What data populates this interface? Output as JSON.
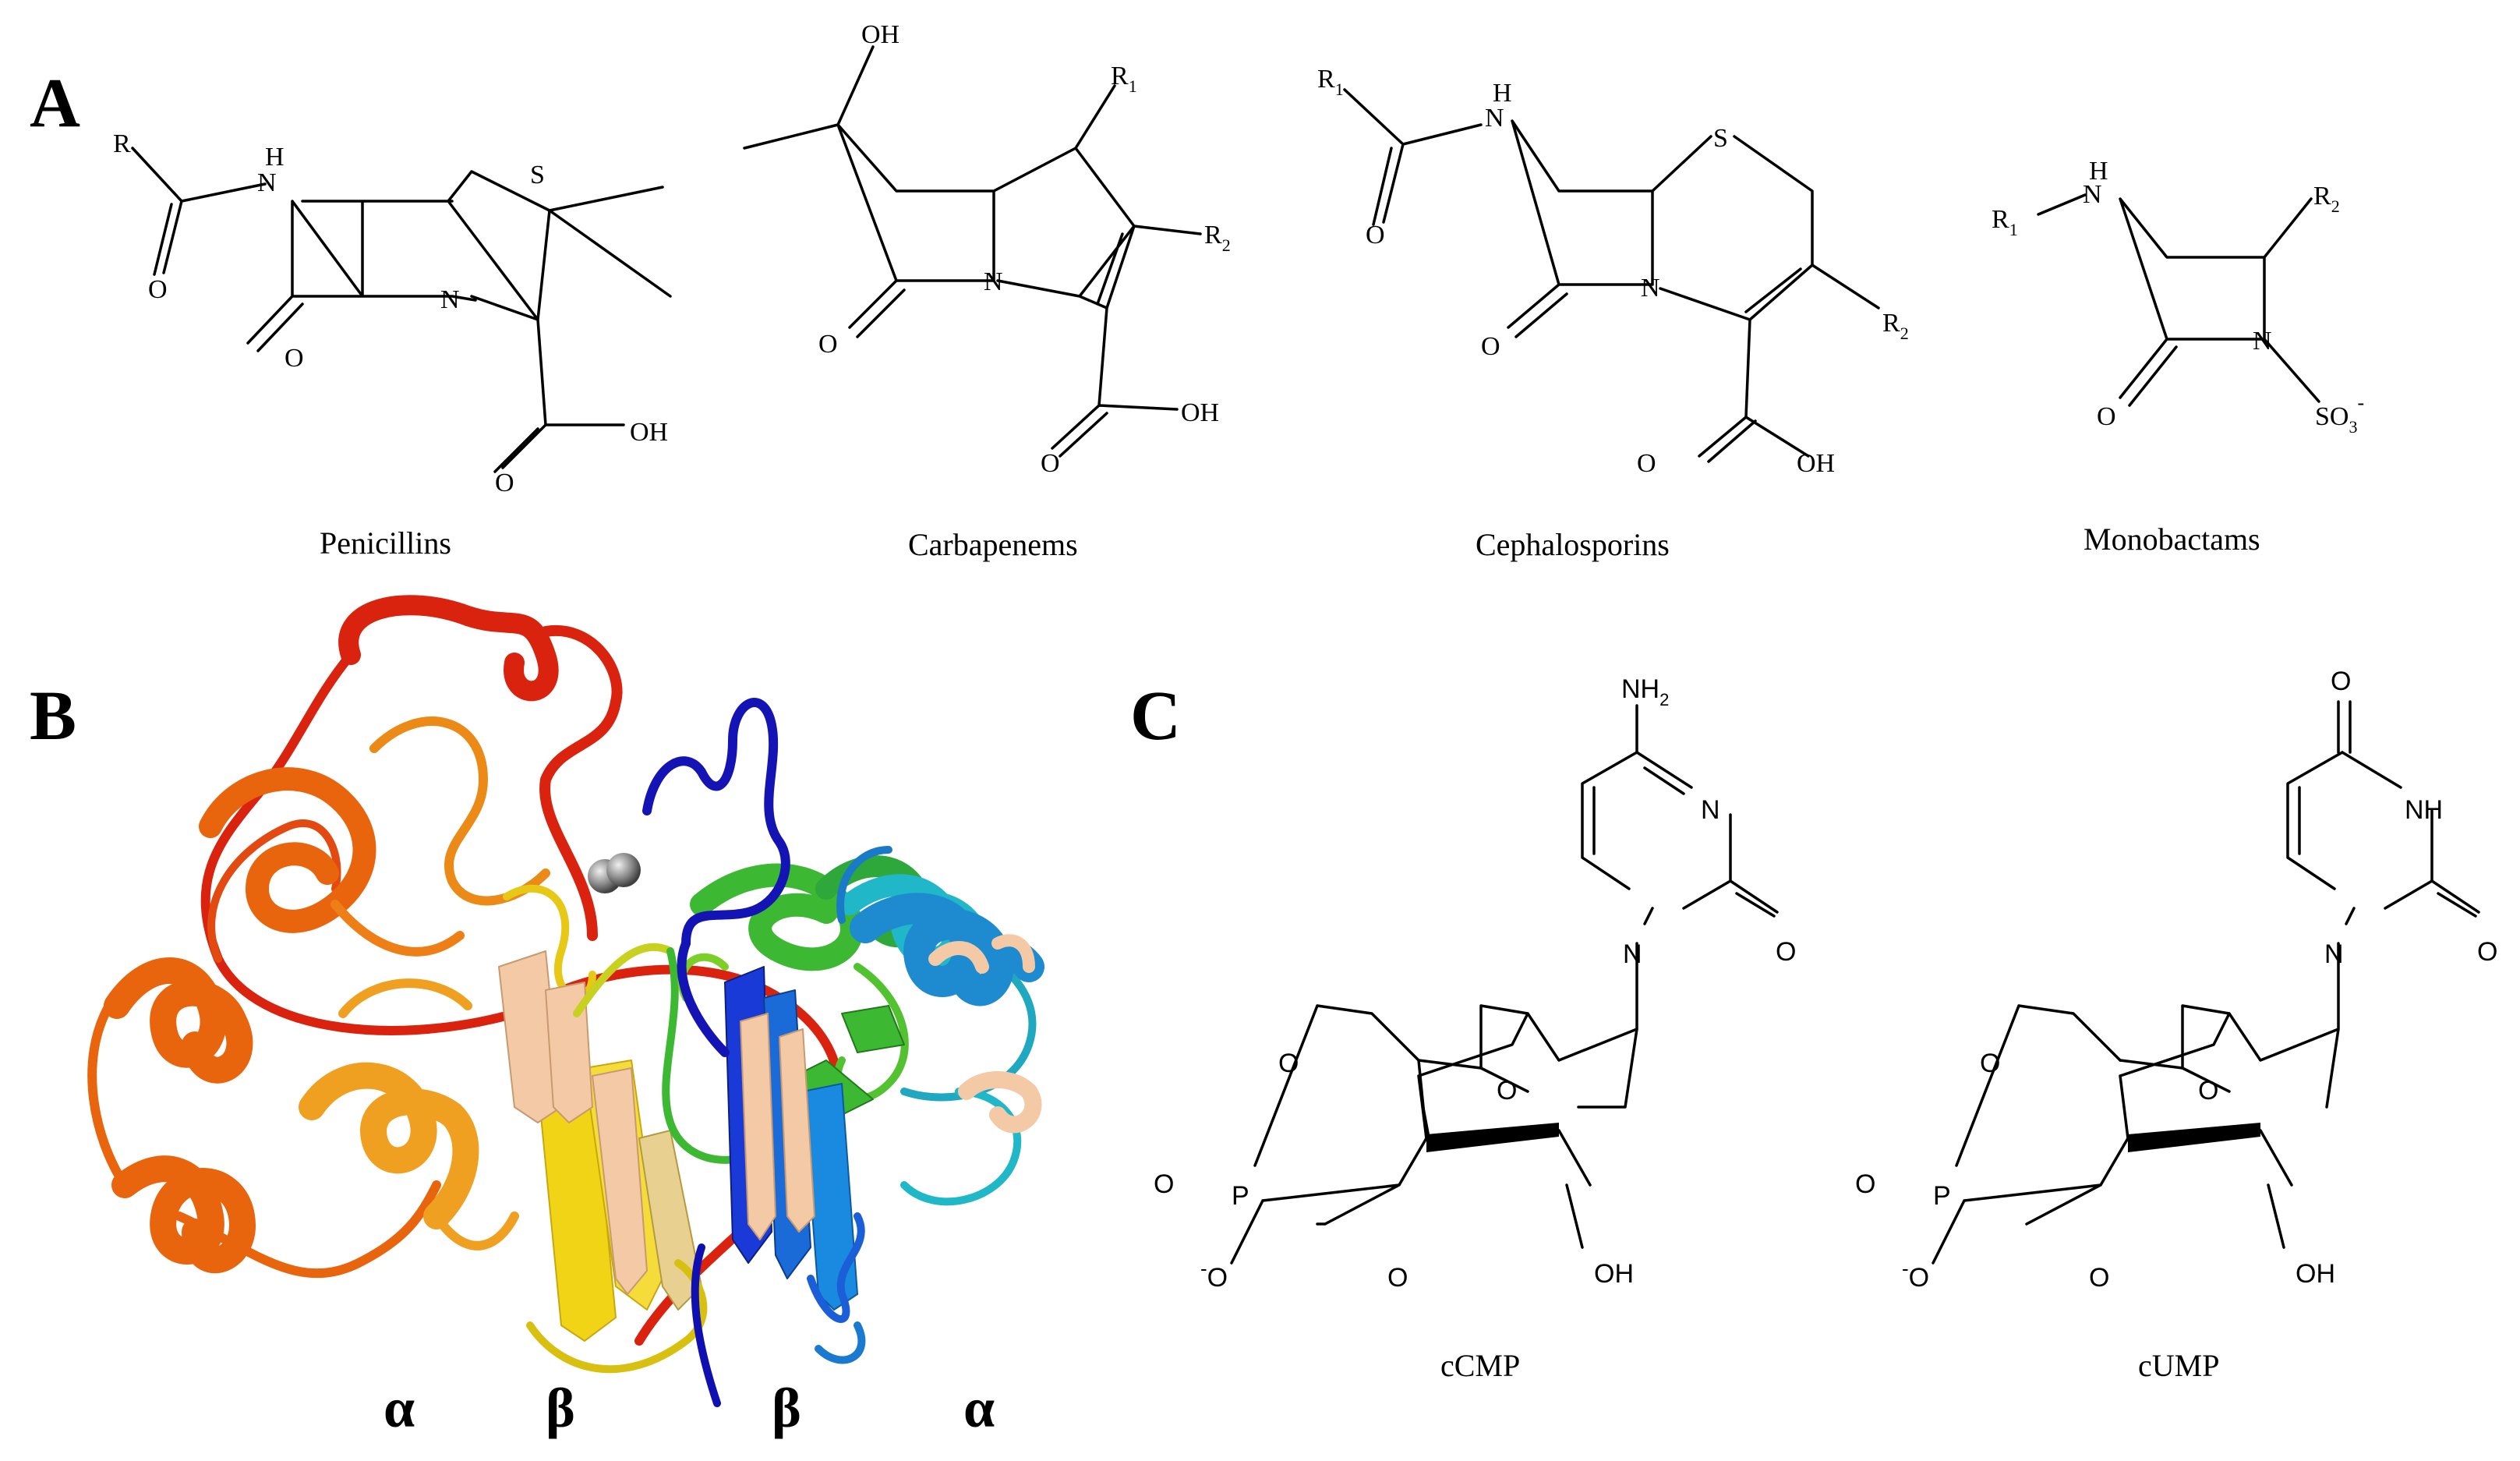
{
  "panels": {
    "a": {
      "label": "A",
      "captions": [
        "Penicillins",
        "Carbapenems",
        "Cephalosporins",
        "Monobactams"
      ],
      "atoms": {
        "r": "R",
        "h": "H",
        "n": "N",
        "nh_h": "NH",
        "o": "O",
        "s": "S",
        "oh": "OH",
        "r1": "R",
        "r2": "R",
        "sub1": "1",
        "sub2": "2",
        "so3": "SO",
        "so3_sub": "3",
        "so3_sup": "-"
      }
    },
    "b": {
      "label": "B",
      "domain_labels": [
        "α",
        "β",
        "β",
        "α"
      ]
    },
    "c": {
      "label": "C",
      "captions": [
        "cCMP",
        "cUMP"
      ],
      "atoms": {
        "nh2": "NH",
        "nh2_sub": "2",
        "n": "N",
        "o": "O",
        "nh": "NH",
        "p": "P",
        "o_minus": "O",
        "minus": "-",
        "oh": "OH"
      }
    }
  },
  "colors": {
    "ribbon_red": "#d9230f",
    "ribbon_orange": "#e8650e",
    "ribbon_amber": "#f0a020",
    "ribbon_yellow": "#f2d417",
    "ribbon_green": "#3cb832",
    "ribbon_cyan": "#20b8c8",
    "ribbon_blue": "#1a4fd8",
    "ribbon_navy": "#1010b0",
    "ribbon_tan": "#f3c9a6",
    "metal_ion": "#8a8a8a"
  }
}
